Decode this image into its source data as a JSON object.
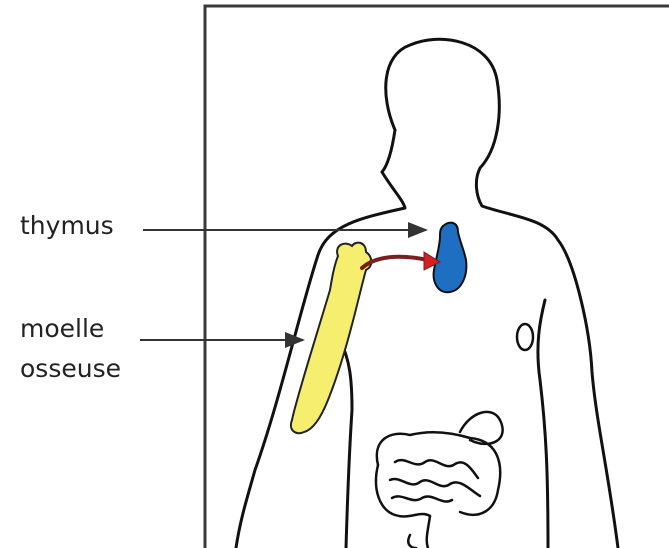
{
  "diagram": {
    "labels": {
      "thymus": "thymus",
      "marrow_line1": "moelle",
      "marrow_line2": "osseuse"
    },
    "colors": {
      "frame": "#3a3a3a",
      "outline": "#111111",
      "bone": "#f5ee6e",
      "thymus": "#1e6fc2",
      "arrow": "#7a1f1f",
      "arrow_head": "#d42020",
      "pointer": "#333333"
    }
  }
}
